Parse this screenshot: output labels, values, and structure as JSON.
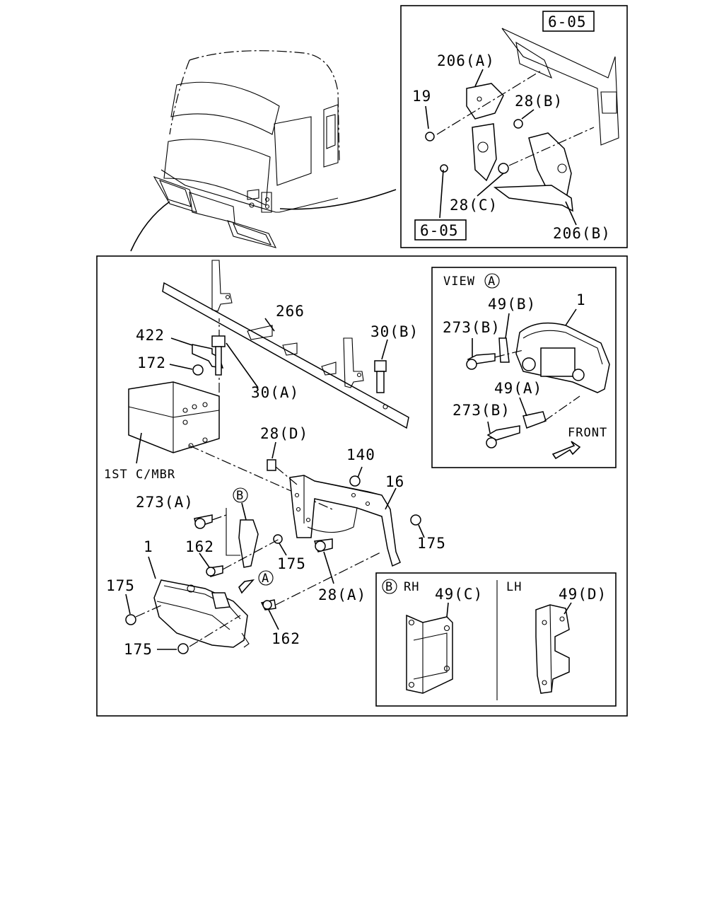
{
  "labels": {
    "ref_top": "6-05",
    "ref_bottom": "6-05",
    "p206a": "206(A)",
    "p19": "19",
    "p28b": "28(B)",
    "p28c": "28(C)",
    "p206b": "206(B)",
    "view_a_title": "VIEW",
    "view_a_circle": "A",
    "p49b": "49(B)",
    "p1_view": "1",
    "p273b_1": "273(B)",
    "p49a": "49(A)",
    "p273b_2": "273(B)",
    "front": "FRONT",
    "p266": "266",
    "p422": "422",
    "p172": "172",
    "p30b": "30(B)",
    "p30a": "30(A)",
    "p28d": "28(D)",
    "p140": "140",
    "p16": "16",
    "mbr": "1ST C/MBR",
    "p273a": "273(A)",
    "circle_b": "B",
    "p1": "1",
    "p162_1": "162",
    "p175_1": "175",
    "p175_2": "175",
    "p175_3": "175",
    "p175_4": "175",
    "circle_a": "A",
    "p28a": "28(A)",
    "p162_2": "162",
    "rh_circle": "B",
    "rh": "RH",
    "p49c": "49(C)",
    "lh": "LH",
    "p49d": "49(D)"
  }
}
